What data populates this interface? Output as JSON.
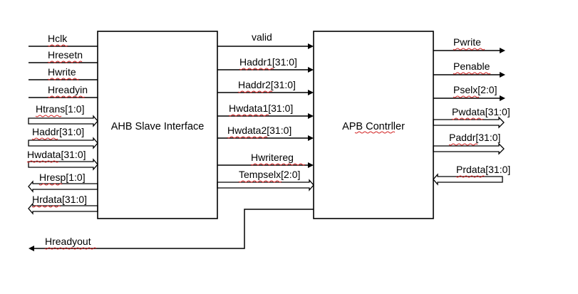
{
  "blocks": {
    "ahb": "AHB Slave Interface",
    "apb": "APB Contrller"
  },
  "ahb_inputs": {
    "hclk": "Hclk",
    "hresetn": "Hresetn",
    "hwrite": "Hwrite",
    "hreadyin": "Hreadyin",
    "htrans": "Htrans[1:0]",
    "haddr": "Haddr[31:0]",
    "hwdata": "Hwdata[31:0]"
  },
  "ahb_outputs": {
    "hresp": "Hresp[1:0]",
    "hrdata": "Hrdata[31:0]",
    "hreadyout": "Hreadyout"
  },
  "internal": {
    "valid": "valid",
    "haddr1": "Haddr1[31:0]",
    "haddr2": "Haddr2[31:0]",
    "hwdata1": "Hwdata1[31:0]",
    "hwdata2": "Hwdata2[31:0]",
    "hwritereg": "Hwritereg",
    "tempselx": "Tempselx[2:0]"
  },
  "apb_outputs": {
    "pwrite": "Pwrite",
    "penable": "Penable",
    "pselx": "Pselx[2:0]",
    "pwdata": "Pwdata[31:0]",
    "paddr": "Paddr[31:0]"
  },
  "apb_inputs": {
    "prdata": "Prdata[31:0]"
  }
}
